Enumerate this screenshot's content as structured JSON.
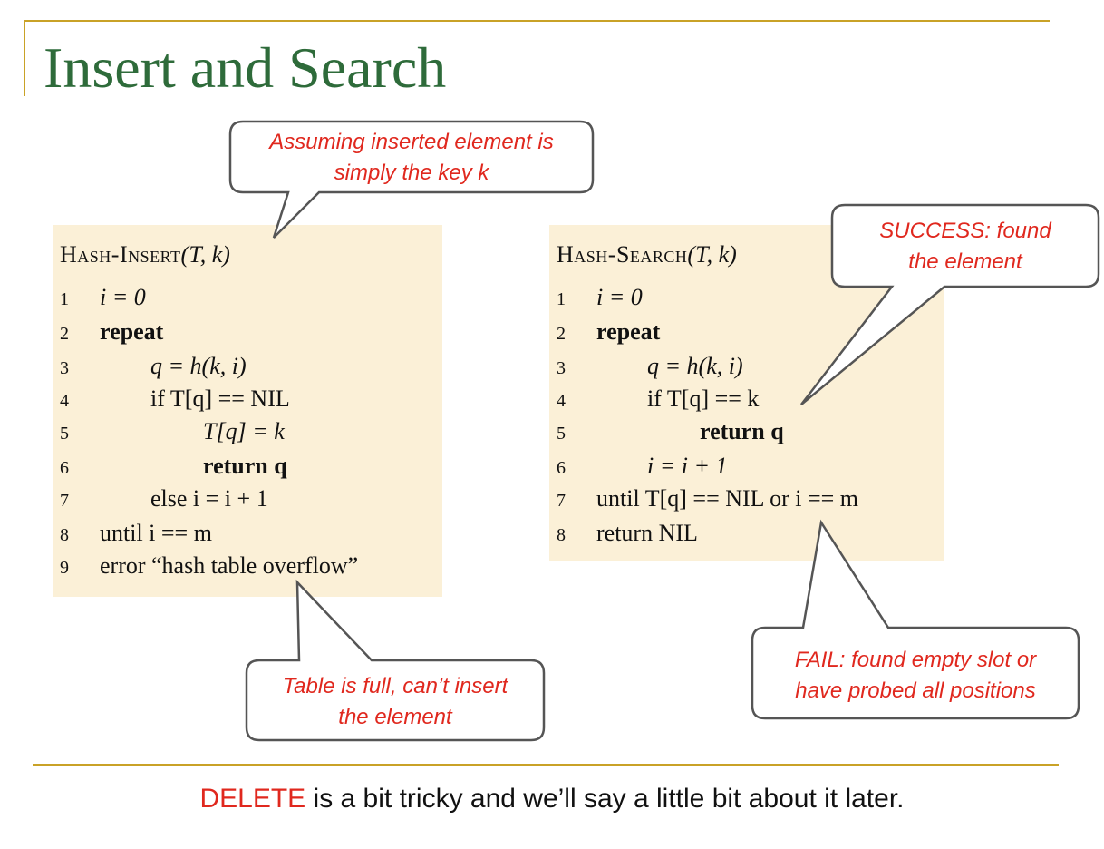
{
  "slide": {
    "title": "Insert and Search"
  },
  "insert_proc": {
    "name_prefix": "Hash-Insert",
    "params": "(T, k)",
    "lines": [
      {
        "num": "1",
        "text": "i = 0"
      },
      {
        "num": "2",
        "text": "repeat"
      },
      {
        "num": "3",
        "text": "q = h(k, i)"
      },
      {
        "num": "4",
        "text": "if T[q] == NIL"
      },
      {
        "num": "5",
        "text": "T[q] = k"
      },
      {
        "num": "6",
        "text": "return q"
      },
      {
        "num": "7",
        "text": "else i = i + 1"
      },
      {
        "num": "8",
        "text": "until i == m"
      },
      {
        "num": "9",
        "text": "error “hash table overflow”"
      }
    ]
  },
  "search_proc": {
    "name_prefix": "Hash-Search",
    "params": "(T, k)",
    "lines": [
      {
        "num": "1",
        "text": "i = 0"
      },
      {
        "num": "2",
        "text": "repeat"
      },
      {
        "num": "3",
        "text": "q = h(k, i)"
      },
      {
        "num": "4",
        "text": "if T[q] == k"
      },
      {
        "num": "5",
        "text": "return q"
      },
      {
        "num": "6",
        "text": "i = i + 1"
      },
      {
        "num": "7",
        "text": "until T[q] == NIL or i == m"
      },
      {
        "num": "8",
        "text": "return NIL"
      }
    ]
  },
  "callouts": {
    "assume": {
      "line1": "Assuming inserted element is",
      "line2": "simply the key k"
    },
    "full": {
      "line1": "Table is full, can’t insert",
      "line2": "the element"
    },
    "success": {
      "line1": "SUCCESS: found",
      "line2": "the element"
    },
    "fail": {
      "line1": "FAIL: found empty slot or",
      "line2": "have probed all positions"
    }
  },
  "footer": {
    "keyword": "DELETE",
    "rest": " is a bit tricky and we’ll say a little bit about it later."
  },
  "colors": {
    "title": "#2e6b3a",
    "rule": "#c9a227",
    "code_bg": "#fbf0d7",
    "callout_text": "#e0281e"
  }
}
